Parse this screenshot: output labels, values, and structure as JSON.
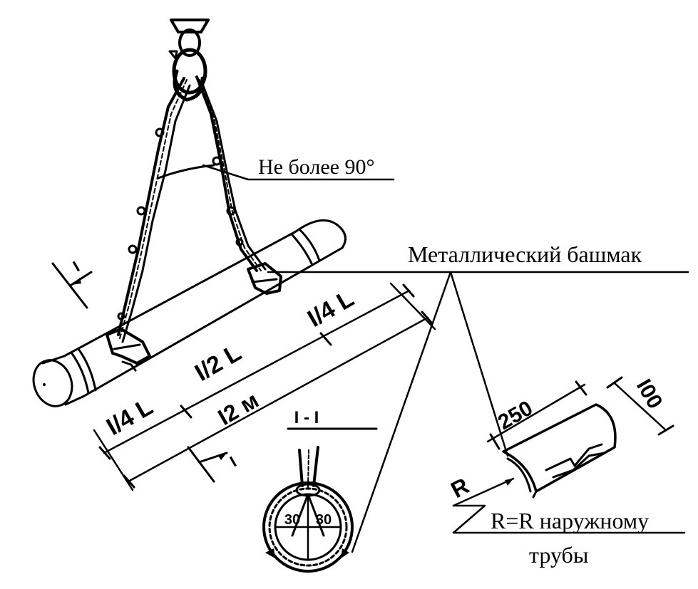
{
  "labels": {
    "angle_note": "Не более 90°",
    "shoe_title": "Металлический башмак",
    "section_title": "I - I",
    "radius_note_line1": "R=R наружному",
    "radius_note_line2": "трубы",
    "radius_symbol": "R"
  },
  "dimensions": {
    "quarter_left": "I/4 L",
    "half": "I/2 L",
    "quarter_right": "I/4 L",
    "total_length": "I2 м",
    "shoe_length": "250",
    "shoe_width": "I00",
    "section_mark_top": "I",
    "section_mark_bottom": "I",
    "section_angle_left": "30",
    "section_angle_right": "30"
  }
}
